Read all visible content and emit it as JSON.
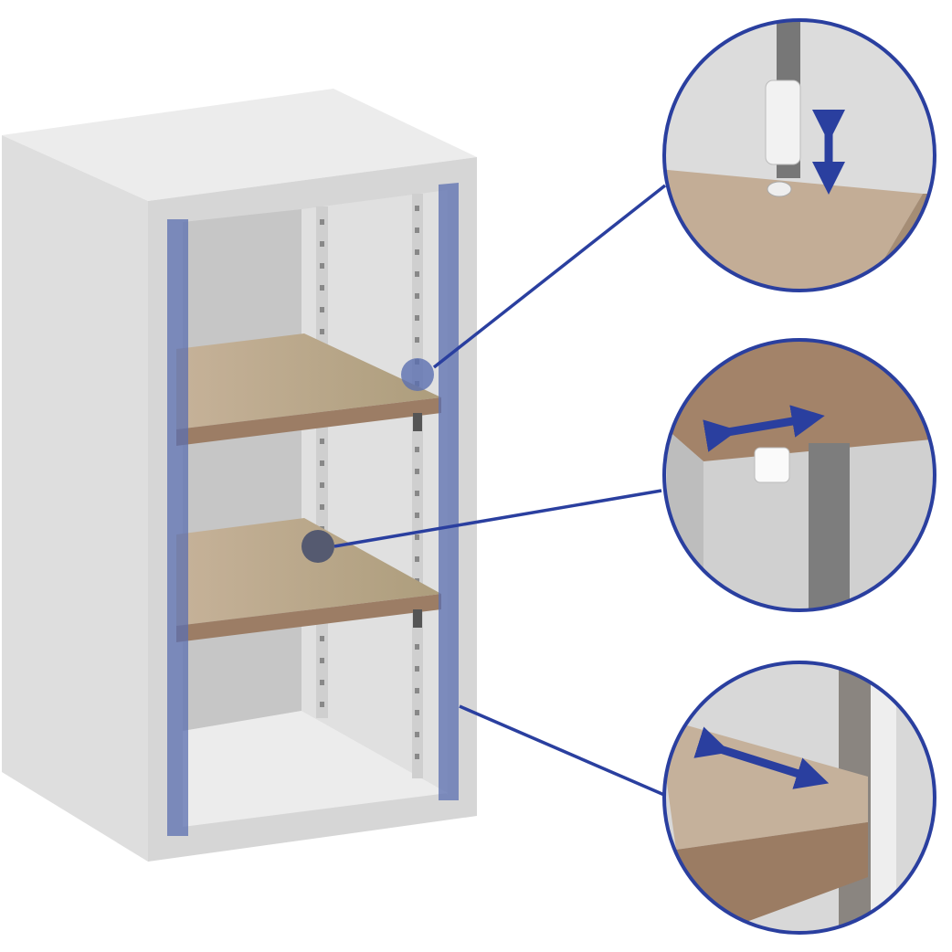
{
  "colors": {
    "accent": "#2a3f9f",
    "upright": "#5b6fb0",
    "shelf_top": "#b9a487",
    "shelf_edge": "#9c7d65",
    "cabinet": "#dcdcdc"
  },
  "callouts": [
    {
      "name": "shelf-pin-height-adjust",
      "icon": "up-down-arrow"
    },
    {
      "name": "shelf-clip-side-adjust",
      "icon": "left-right-arrow"
    },
    {
      "name": "shelf-depth-adjust",
      "icon": "diagonal-arrow"
    }
  ]
}
